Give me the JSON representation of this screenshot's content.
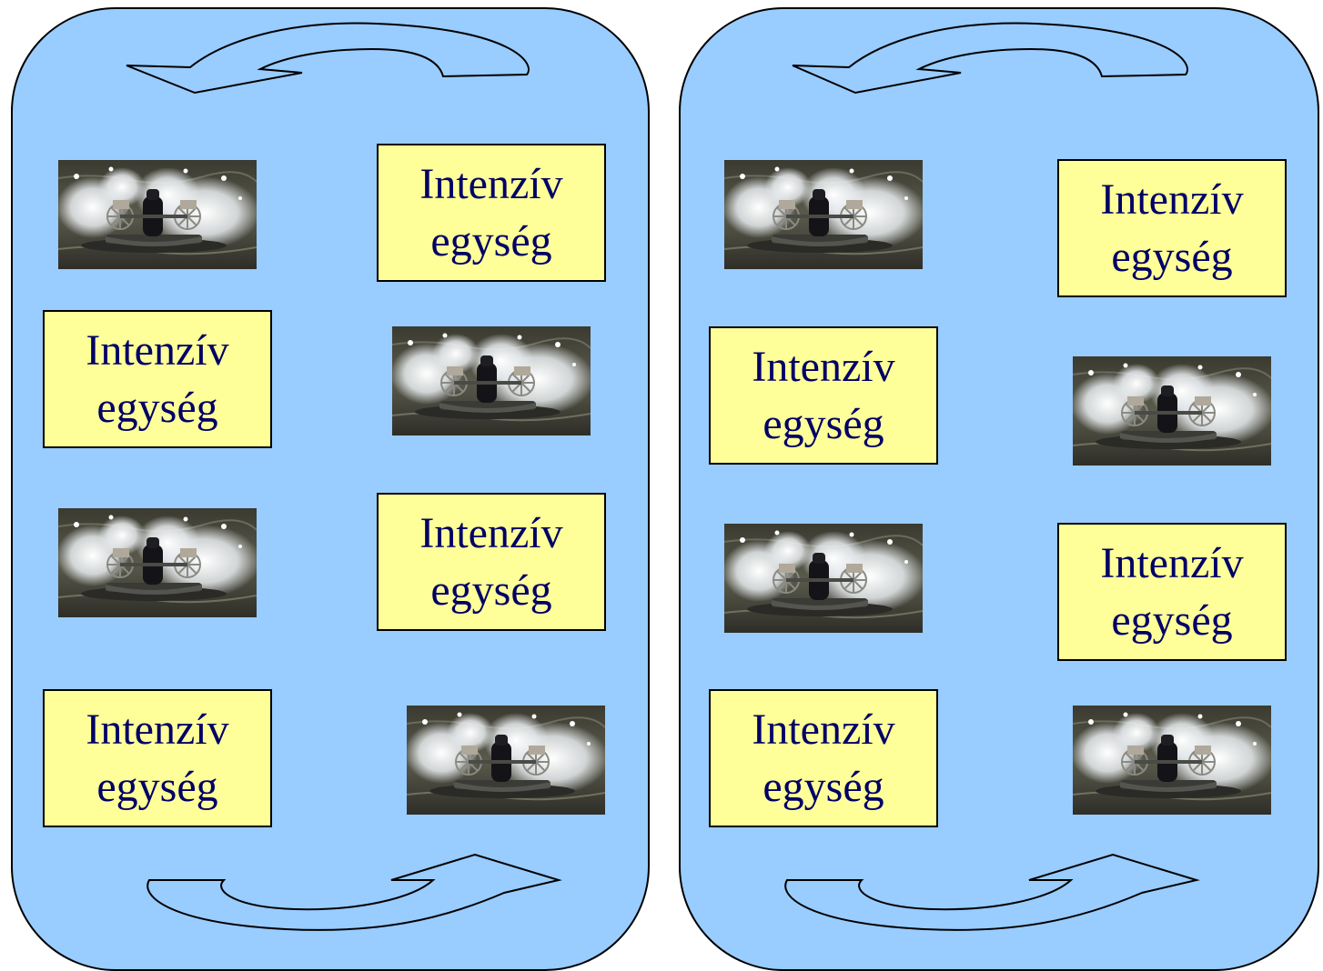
{
  "colors": {
    "pond_fill": "#99ccff",
    "unit_fill": "#ffff99",
    "unit_text": "#000066",
    "outline": "#000000"
  },
  "icons": {
    "aerator": "paddlewheel-aerator-photo",
    "flow": "circular-flow-arrow-icon"
  },
  "left_panel": {
    "units": [
      {
        "line1": "Intenzív",
        "line2": "egység"
      },
      {
        "line1": "Intenzív",
        "line2": "egység"
      },
      {
        "line1": "Intenzív",
        "line2": "egység"
      },
      {
        "line1": "Intenzív",
        "line2": "egység"
      }
    ]
  },
  "right_panel": {
    "units": [
      {
        "line1": "Intenzív",
        "line2": "egység"
      },
      {
        "line1": "Intenzív",
        "line2": "egység"
      },
      {
        "line1": "Intenzív",
        "line2": "egység"
      },
      {
        "line1": "Intenzív",
        "line2": "egység"
      }
    ]
  }
}
